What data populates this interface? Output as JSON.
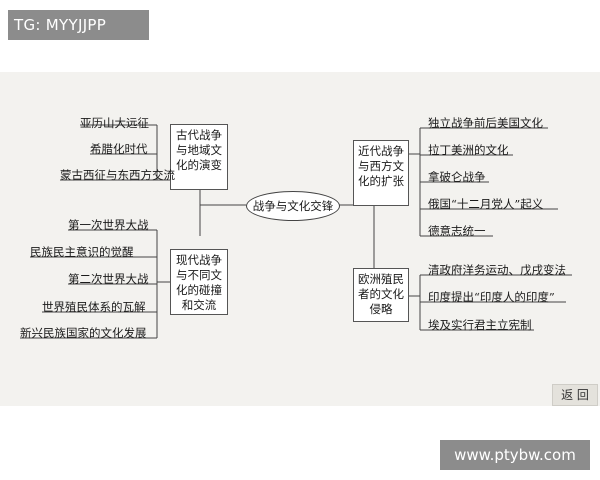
{
  "watermark_top": "TG: MYYJJPP",
  "watermark_bottom": "www.ptybw.com",
  "back_label": "返 回",
  "center": "战争与文化交锋",
  "branches": {
    "ancient": {
      "label": "古代战争与地域文化的演变",
      "items": [
        "亚历山大远征",
        "希腊化时代",
        "蒙古西征与东西方交流"
      ]
    },
    "modern": {
      "label": "现代战争与不同文化的碰撞和交流",
      "items": [
        "第一次世界大战",
        "民族民主意识的觉醒",
        "第二次世界大战",
        "世界殖民体系的瓦解",
        "新兴民族国家的文化发展"
      ]
    },
    "early_modern": {
      "label": "近代战争与西方文化的扩张",
      "items": [
        "独立战争前后美国文化",
        "拉丁美洲的文化",
        "拿破仑战争",
        "俄国“十二月党人”起义",
        "德意志统一"
      ]
    },
    "colonial": {
      "label": "欧洲殖民者的文化侵略",
      "items": [
        "清政府洋务运动、戊戌变法",
        "印度提出“印度人的印度”",
        "埃及实行君主立宪制"
      ]
    }
  }
}
